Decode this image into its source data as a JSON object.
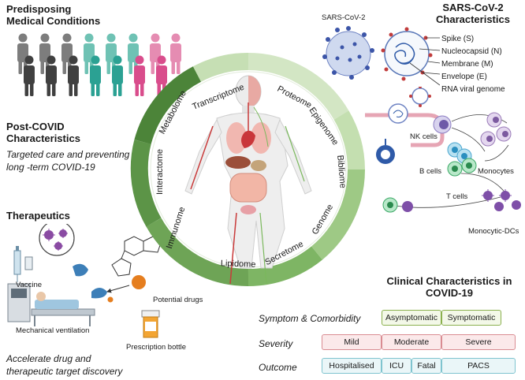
{
  "predisposing": {
    "title_line1": "Predisposing",
    "title_line2": "Medical Conditions"
  },
  "post_covid": {
    "title_line1": "Post-COVID",
    "title_line2": "Characteristics",
    "text_line1": "Targeted care and preventing",
    "text_line2": "long -term COVID-19"
  },
  "therapeutics": {
    "title": "Therapeutics",
    "vaccine": "Vaccine",
    "potential_drugs": "Potential drugs",
    "mechanical_ventilation": "Mechanical ventilation",
    "prescription_bottle": "Prescription bottle",
    "footer_line1": "Accelerate drug and",
    "footer_line2": "therapeutic target discovery"
  },
  "sars": {
    "title_line1": "SARS-CoV-2",
    "title_line2": "Characteristics",
    "virus_label": "SARS-CoV-2",
    "parts": [
      "Spike (S)",
      "Nucleocapsid (N)",
      "Membrane (M)",
      "Envelope (E)",
      "RNA viral genome"
    ]
  },
  "immune": {
    "nk": "NK cells",
    "b": "B cells",
    "t": "T cells",
    "mono": "Monocytes",
    "dc": "Monocytic-DCs"
  },
  "omics": {
    "transcriptome": "Transcriptome",
    "proteome": "Proteome",
    "epigenome": "Epigenome",
    "bibliome": "Bibliome",
    "genome": "Genome",
    "secretome": "Secretome",
    "lipidome": "Lipidome",
    "immunome": "Immunome",
    "interactome": "Interactome",
    "metabolome": "Metabolome"
  },
  "clinical": {
    "title_line1": "Clinical Characteristics in",
    "title_line2": "COVID-19",
    "rows": [
      {
        "label": "Symptom & Comorbidity",
        "cells": [
          "Asymptomatic",
          "Symptomatic"
        ]
      },
      {
        "label": "Severity",
        "cells": [
          "Mild",
          "Moderate",
          "Severe"
        ]
      },
      {
        "label": "Outcome",
        "cells": [
          "Hospitalised",
          "ICU",
          "Fatal",
          "PACS"
        ]
      }
    ]
  }
}
